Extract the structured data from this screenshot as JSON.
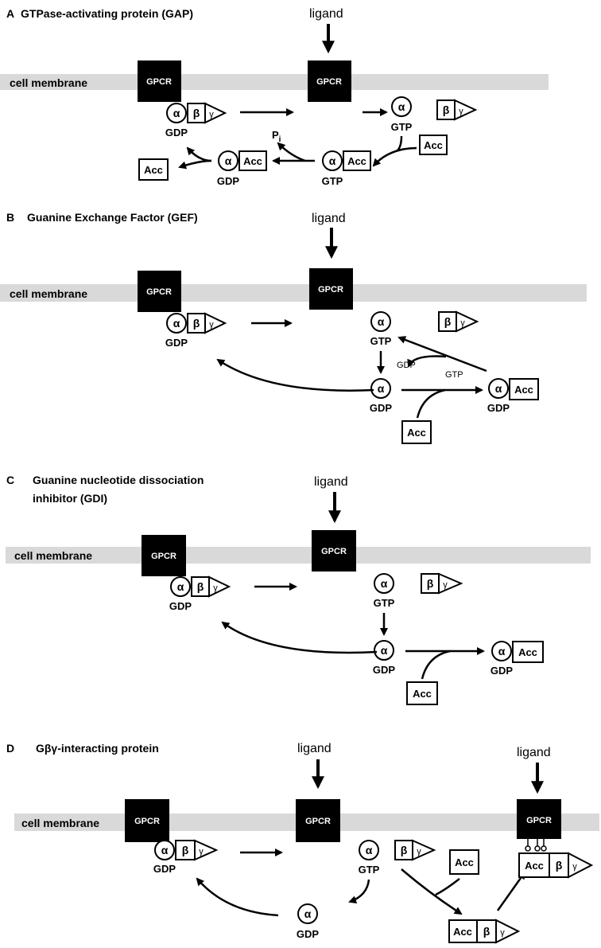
{
  "panels": {
    "A": {
      "letter": "A",
      "title": "GTPase-activating protein (GAP)"
    },
    "B": {
      "letter": "B",
      "title": "Guanine Exchange Factor (GEF)"
    },
    "C": {
      "letter": "C",
      "title_line1": "Guanine nucleotide dissociation",
      "title_line2": "inhibitor (GDI)"
    },
    "D": {
      "letter": "D",
      "title": "Gβγ-interacting protein"
    }
  },
  "labels": {
    "membrane": "cell membrane",
    "ligand": "ligand",
    "gpcr": "GPCR",
    "alpha": "α",
    "beta": "β",
    "gamma": "γ",
    "gdp": "GDP",
    "gtp": "GTP",
    "acc": "Acc",
    "pi_p": "P",
    "pi_sub": "i"
  },
  "colors": {
    "membrane": "#d9d9d9",
    "gpcr": "#000000",
    "gpcr_text": "#ffffff",
    "lines": "#000000"
  }
}
